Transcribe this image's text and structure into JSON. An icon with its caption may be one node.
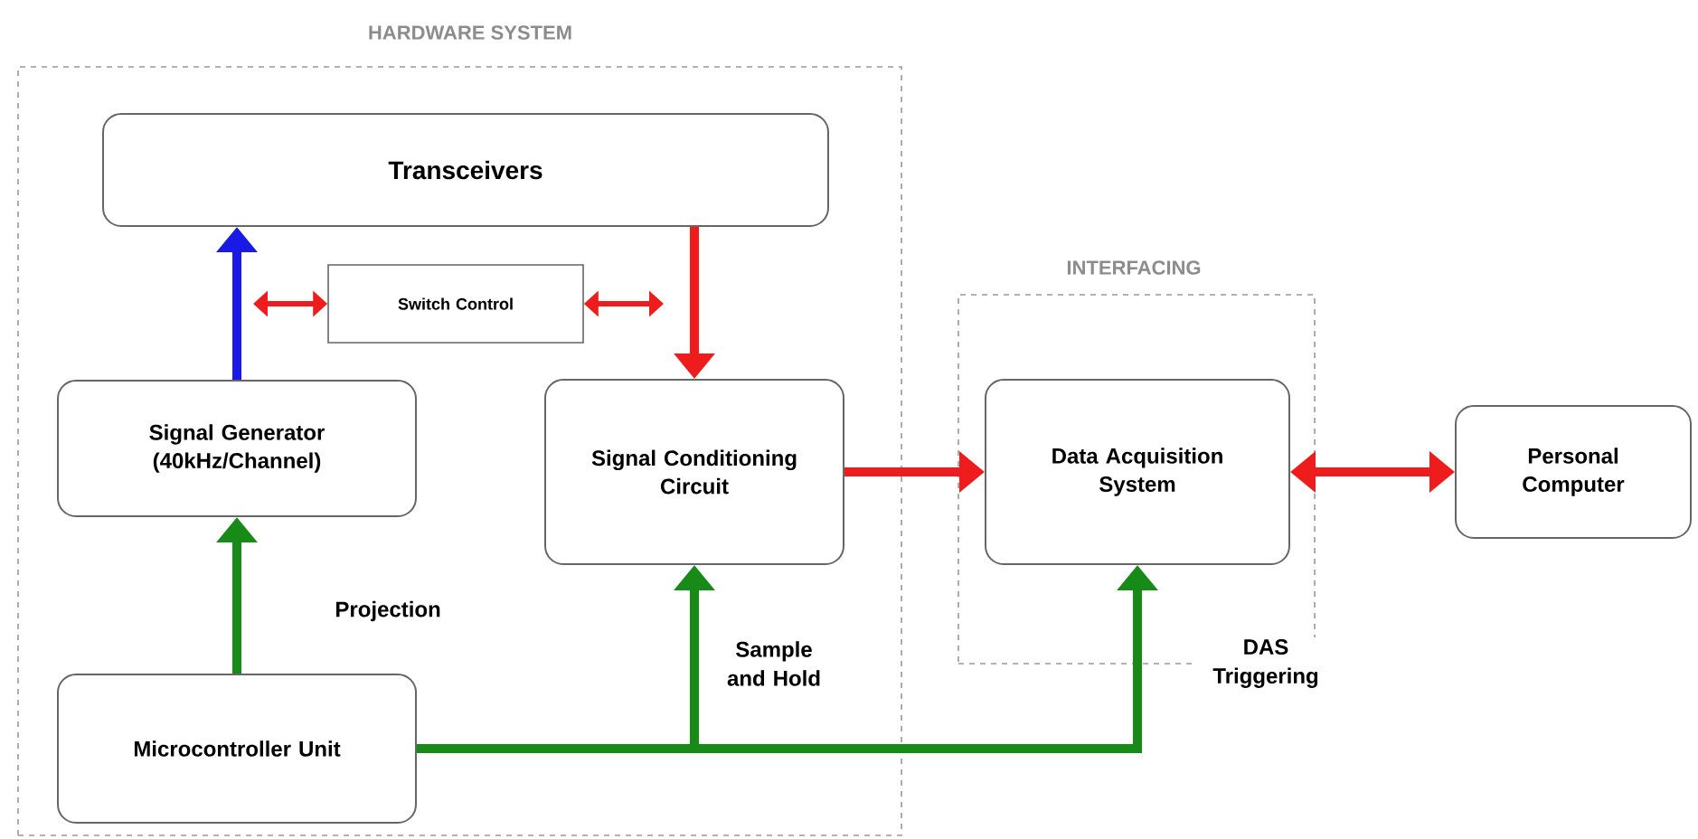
{
  "diagram": {
    "nodes": [
      {
        "text": [
          "HARDWARE SYSTEM"
        ]
      },
      {
        "text": [
          "Transceivers"
        ],
        "in": 0
      },
      {
        "text": [
          "Switch Control"
        ],
        "in": 0
      },
      {
        "text": [
          "Signal Generator (40kHz/Channel)"
        ],
        "in": 0
      },
      {
        "text": [
          "Signal Conditioning Circuit"
        ],
        "in": 0
      },
      {
        "text": [
          "Microcontroller Unit"
        ],
        "in": 0
      },
      {
        "text": [
          "INTERFACING"
        ]
      },
      {
        "text": [
          "Data Acquisition System"
        ],
        "in": 6
      },
      {
        "text": [
          "Personal Computer"
        ]
      }
    ],
    "edges": [
      {
        "from": 3,
        "to": 1,
        "arrow": "to",
        "color": "#1a1ae6"
      },
      {
        "from": 2,
        "to": null,
        "arrow": "both"
      },
      {
        "from": 2,
        "to": null,
        "arrow": "both"
      },
      {
        "from": 1,
        "to": 4,
        "arrow": "to"
      },
      {
        "from": 4,
        "to": 7,
        "arrow": "to"
      },
      {
        "from": 7,
        "to": 8,
        "arrow": "both"
      },
      {
        "from": 5,
        "to": 3,
        "arrow": "to",
        "label": "Projection",
        "color": "#178a17"
      },
      {
        "from": 5,
        "to": 4,
        "arrow": "to",
        "label": "Sample and Hold",
        "color": "#178a17"
      },
      {
        "from": 5,
        "to": 7,
        "arrow": "to",
        "label": "DAS Triggering",
        "color": "#178a17"
      }
    ]
  }
}
